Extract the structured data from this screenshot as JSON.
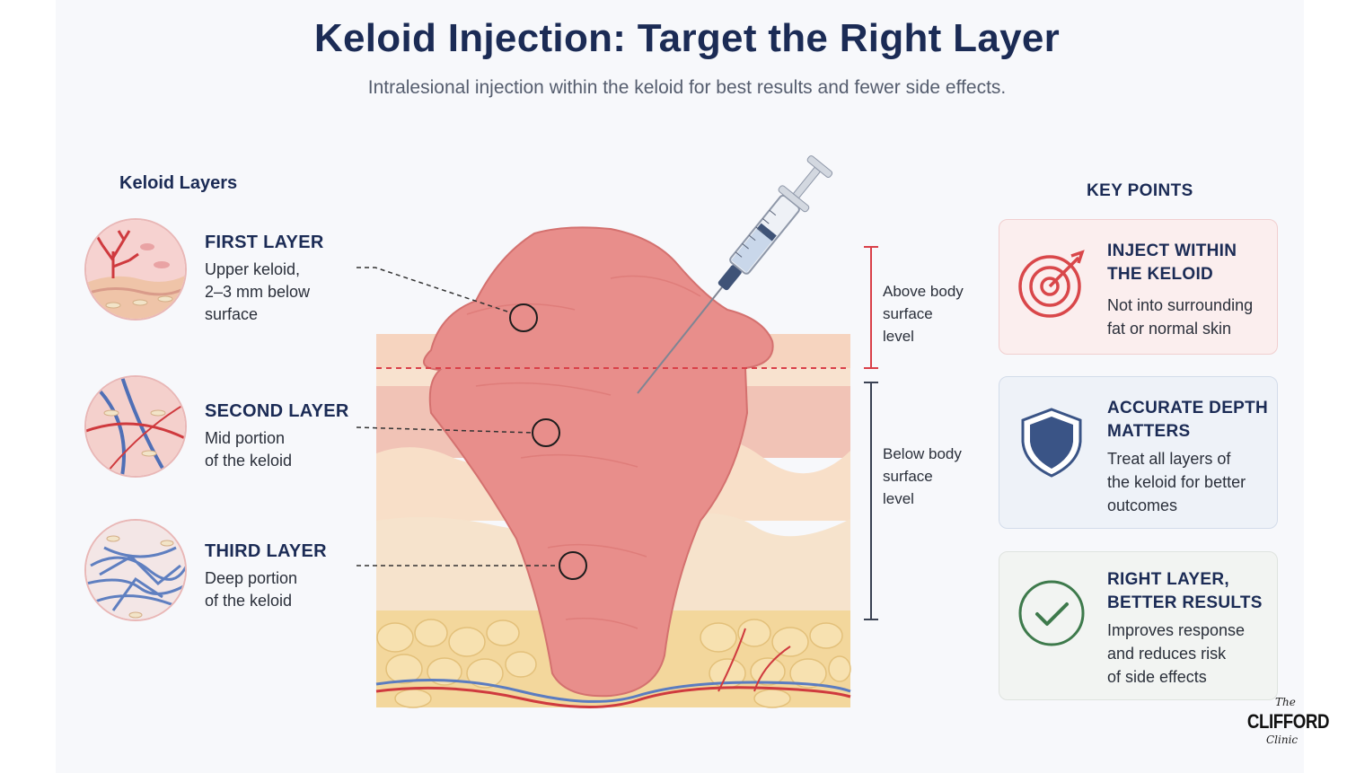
{
  "header": {
    "title": "Keloid Injection: Target the Right Layer",
    "subtitle": "Intralesional injection within the keloid for best results and fewer side effects."
  },
  "layers": {
    "heading": "Keloid Layers",
    "items": [
      {
        "title": "FIRST LAYER",
        "desc_lines": [
          "Upper keloid,",
          "2–3 mm below",
          "surface"
        ]
      },
      {
        "title": "SECOND LAYER",
        "desc_lines": [
          "Mid portion",
          "of the keloid"
        ]
      },
      {
        "title": "THIRD LAYER",
        "desc_lines": [
          "Deep portion",
          "of the keloid"
        ]
      }
    ]
  },
  "levels": {
    "above": [
      "Above body",
      "surface",
      "level"
    ],
    "below": [
      "Below body",
      "surface",
      "level"
    ]
  },
  "key_points": {
    "heading": "KEY POINTS",
    "cards": [
      {
        "title_lines": [
          "INJECT WITHIN",
          "THE KELOID"
        ],
        "desc_lines": [
          "Not into surrounding",
          "fat or normal skin"
        ],
        "icon": "target-icon",
        "color": "#d9474a"
      },
      {
        "title_lines": [
          "ACCURATE DEPTH",
          "MATTERS"
        ],
        "desc_lines": [
          "Treat all layers of",
          "the keloid for better",
          "outcomes"
        ],
        "icon": "shield-icon",
        "color": "#3a5486"
      },
      {
        "title_lines": [
          "RIGHT LAYER,",
          "BETTER RESULTS"
        ],
        "desc_lines": [
          "Improves response",
          "and reduces risk",
          "of side effects"
        ],
        "icon": "checkmark-icon",
        "color": "#3e7a4c"
      }
    ]
  },
  "logo": {
    "top": "The",
    "main": "CLIFFORD",
    "bottom": "Clinic"
  }
}
